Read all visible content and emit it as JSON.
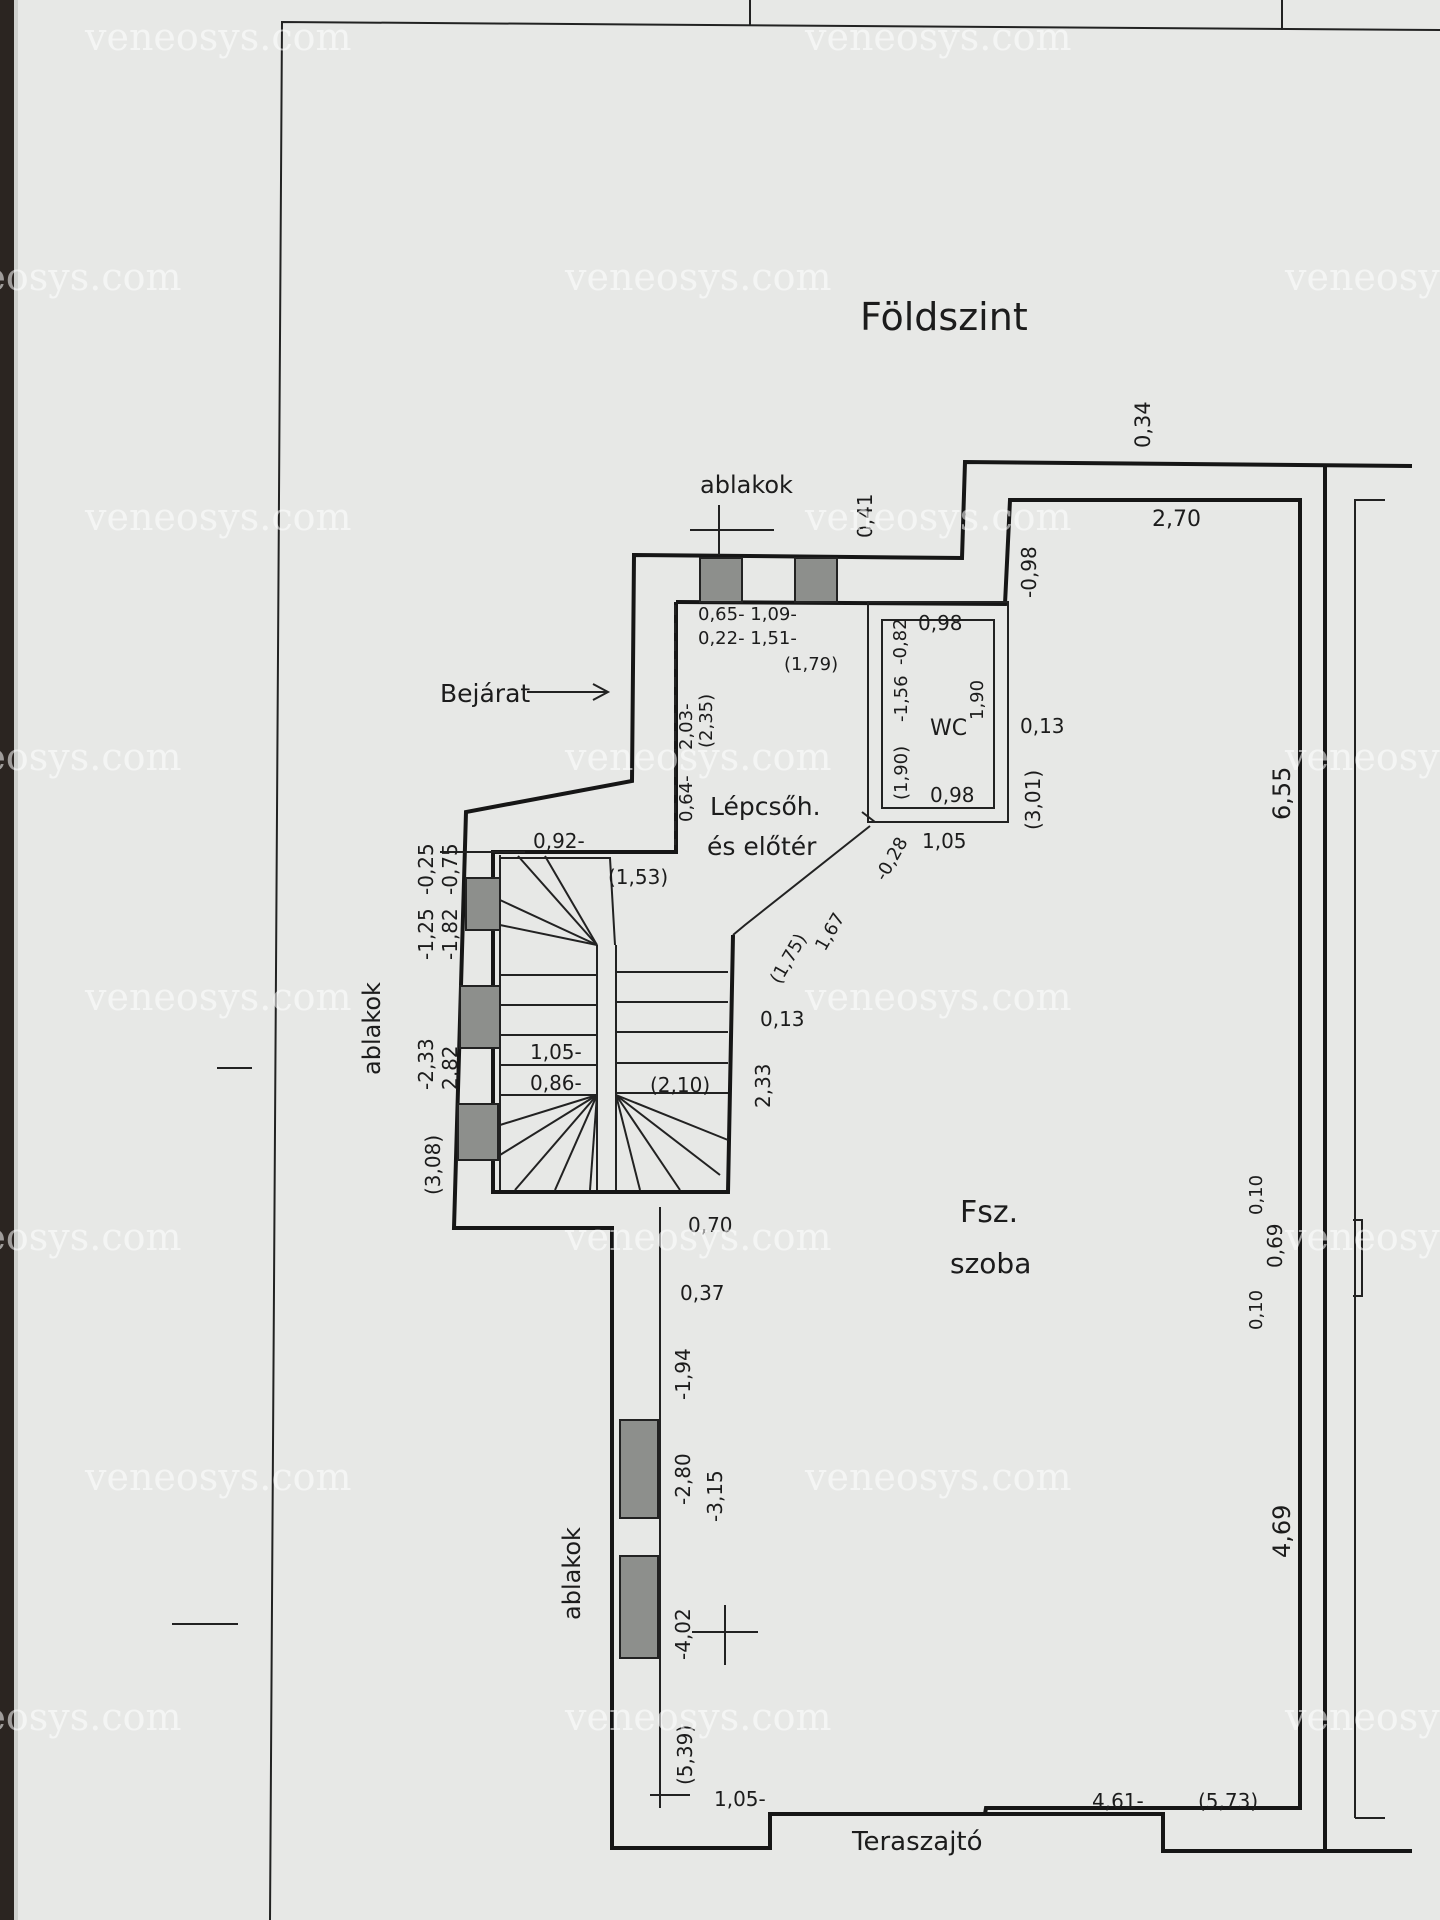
{
  "plan": {
    "title": "Földszint",
    "labels": {
      "entrance": "Bejárat",
      "windows_top": "ablakok",
      "windows_left": "ablakok",
      "windows_bottom": "ablakok",
      "hall_line1": "Lépcsőh.",
      "hall_line2": "és előtér",
      "wc": "WC",
      "room_line1": "Fsz.",
      "room_line2": "szoba",
      "terrace_door": "Teraszajtó"
    },
    "dimensions": {
      "d_034": "0,34",
      "d_270": "2,70",
      "d_041": "0,41",
      "d_098a": "-0,98",
      "d_065_109": "0,65- 1,09-",
      "d_022_151": "0,22- 1,51-",
      "d_179": "(1,79)",
      "d_098b": "0,98",
      "d_082": "-0,82",
      "d_156": "-1,56",
      "d_190a": "(1,90)",
      "d_190b": "1,90",
      "d_013a": "0,13",
      "d_301": "(3,01)",
      "d_098c": "0,98",
      "d_105a": "1,05",
      "d_064": "0,64-",
      "d_203": "2,03-",
      "d_235": "(2,35)",
      "d_092": "0,92-",
      "d_153": "(1,53)",
      "d_028": "-0,28",
      "d_167": "1,67",
      "d_175": "(1,75)",
      "d_025": "-0,25",
      "d_125": "-1,25",
      "d_075": "-0,75",
      "d_182": "-1,82",
      "d_233a": "-2,33",
      "d_282": "2,82",
      "d_308": "(3,08)",
      "d_105b": "1,05-",
      "d_086": "0,86-",
      "d_210": "(2,10)",
      "d_013b": "0,13",
      "d_233b": "2,33",
      "d_655": "6,55",
      "d_070": "0,70",
      "d_037": "0,37",
      "d_194": "-1,94",
      "d_280": "-2,80",
      "d_315": "-3,15",
      "d_402": "-4,02",
      "d_539": "(5,39)",
      "d_105c": "1,05-",
      "d_010a": "0,10",
      "d_069": "0,69",
      "d_010b": "0,10",
      "d_469": "4,69",
      "d_461": "4,61-",
      "d_573": "(5,73)"
    },
    "watermark": "veneosys.com"
  }
}
